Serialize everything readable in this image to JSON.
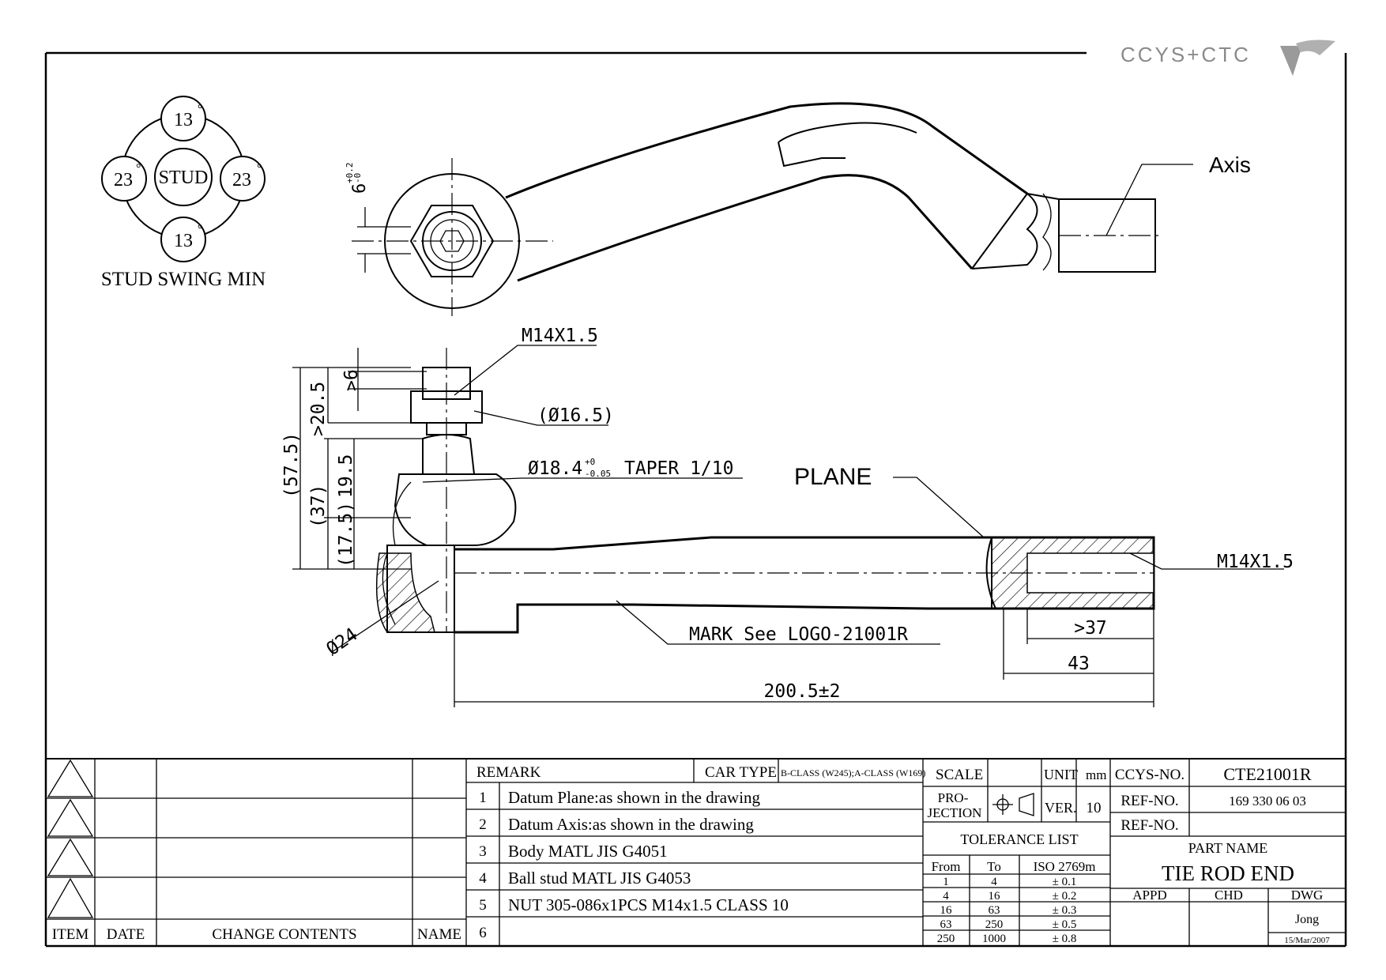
{
  "logo": {
    "text": "CCYS+CTC"
  },
  "swing": {
    "top": "13",
    "bottom": "13",
    "left": "23",
    "right": "23",
    "center": "STUD",
    "degree": "°",
    "caption": "STUD SWING MIN"
  },
  "dims": {
    "top_view": {
      "height": "6",
      "tol_plus": "+0.2",
      "tol_minus": "-0",
      "axis_label": "Axis"
    },
    "thread_top": "M14X1.5",
    "d_6": ">6",
    "d_205": ">20.5",
    "d_575": "(57.5)",
    "d_37": "(37)",
    "d_195": "19.5",
    "d_175": "(17.5)",
    "d_165": "(Ø16.5)",
    "taper": "Ø18.4",
    "taper_tol_plus": "+0",
    "taper_tol_minus": "-0.05",
    "taper_text": "TAPER 1/10",
    "plane": "PLANE",
    "thread_right": "M14X1.5",
    "d_24": "Ø24",
    "mark": "MARK See LOGO-21001R",
    "d_gt37": ">37",
    "d_43": "43",
    "overall": "200.5±2"
  },
  "revisions": {
    "headers": [
      "ITEM",
      "DATE",
      "CHANGE CONTENTS",
      "NAME"
    ]
  },
  "remark": {
    "label": "REMARK",
    "car_type_label": "CAR TYPE",
    "car_type_value": "B-CLASS (W245);A-CLASS (W169)",
    "rows": [
      {
        "no": "1",
        "text": "Datum Plane:as shown in the drawing"
      },
      {
        "no": "2",
        "text": "Datum Axis:as shown in the drawing"
      },
      {
        "no": "3",
        "text": "Body MATL JIS G4051"
      },
      {
        "no": "4",
        "text": "Ball stud MATL JIS G4053"
      },
      {
        "no": "5",
        "text": "NUT 305-086x1PCS M14x1.5 CLASS 10"
      },
      {
        "no": "6",
        "text": ""
      }
    ]
  },
  "scale_block": {
    "scale_label": "SCALE",
    "unit_label": "UNIT",
    "unit_value": "mm",
    "projection_label_1": "PRO-",
    "projection_label_2": "JECTION",
    "ver_label": "VER.",
    "ver_value": "10"
  },
  "tolerance": {
    "title": "TOLERANCE LIST",
    "col_from": "From",
    "col_to": "To",
    "col_iso": "ISO 2769m",
    "rows": [
      {
        "from": "1",
        "to": "4",
        "tol": "± 0.1"
      },
      {
        "from": "4",
        "to": "16",
        "tol": "± 0.2"
      },
      {
        "from": "16",
        "to": "63",
        "tol": "± 0.3"
      },
      {
        "from": "63",
        "to": "250",
        "tol": "± 0.5"
      },
      {
        "from": "250",
        "to": "1000",
        "tol": "± 0.8"
      }
    ]
  },
  "title_block": {
    "ccys_label": "CCYS-NO.",
    "ccys_value": "CTE21001R",
    "ref1_label": "REF-NO.",
    "ref1_value": "169 330 06 03",
    "ref2_label": "REF-NO.",
    "ref2_value": "",
    "part_name_label": "PART NAME",
    "part_name": "TIE ROD END",
    "appd": "APPD",
    "chd": "CHD",
    "dwg": "DWG",
    "drawer": "Jong",
    "date": "15/Mar/2007"
  }
}
